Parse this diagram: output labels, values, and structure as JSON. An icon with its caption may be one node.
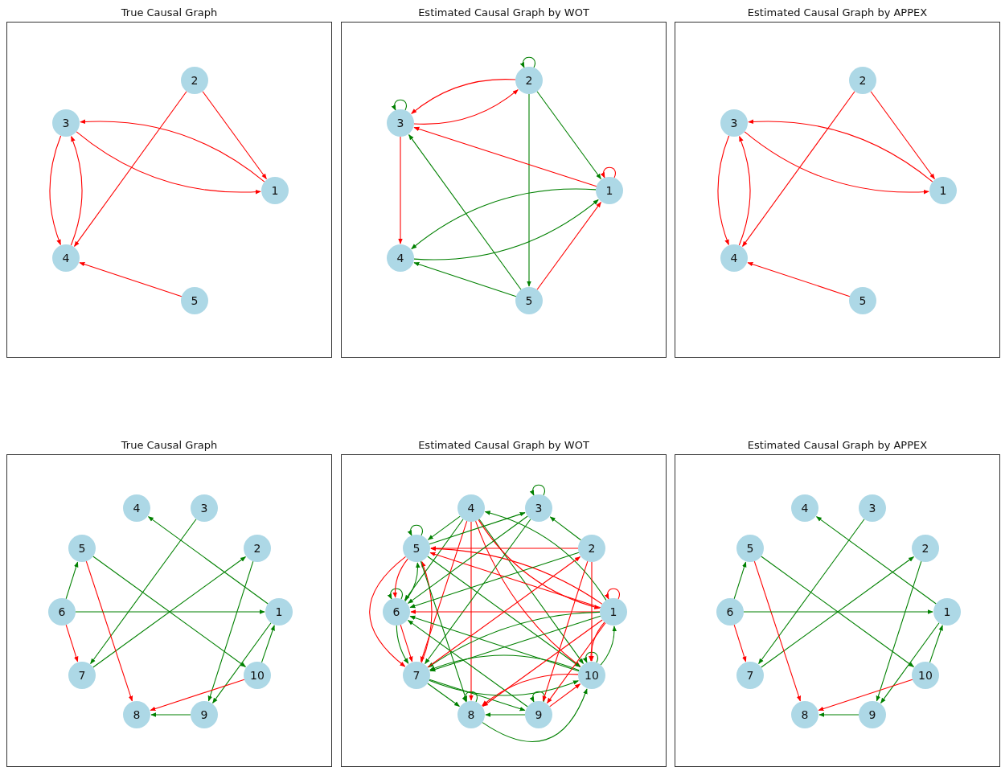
{
  "diagram": {
    "nodes": [
      {
        "text": [
          "True Causal Graph"
        ]
      },
      {
        "text": [
          "1"
        ],
        "in": 0
      },
      {
        "text": [
          "2"
        ],
        "in": 0
      },
      {
        "text": [
          "3"
        ],
        "in": 0
      },
      {
        "text": [
          "4"
        ],
        "in": 0
      },
      {
        "text": [
          "5"
        ],
        "in": 0
      },
      {
        "text": [
          "Estimated Causal Graph by WOT"
        ]
      },
      {
        "text": [
          "1"
        ],
        "in": 6
      },
      {
        "text": [
          "2"
        ],
        "in": 6
      },
      {
        "text": [
          "3"
        ],
        "in": 6
      },
      {
        "text": [
          "4"
        ],
        "in": 6
      },
      {
        "text": [
          "5"
        ],
        "in": 6
      },
      {
        "text": [
          "Estimated Causal Graph by APPEX"
        ]
      },
      {
        "text": [
          "1"
        ],
        "in": 12
      },
      {
        "text": [
          "2"
        ],
        "in": 12
      },
      {
        "text": [
          "3"
        ],
        "in": 12
      },
      {
        "text": [
          "4"
        ],
        "in": 12
      },
      {
        "text": [
          "5"
        ],
        "in": 12
      },
      {
        "text": [
          "True Causal Graph"
        ]
      },
      {
        "text": [
          "1"
        ],
        "in": 18
      },
      {
        "text": [
          "2"
        ],
        "in": 18
      },
      {
        "text": [
          "3"
        ],
        "in": 18
      },
      {
        "text": [
          "4"
        ],
        "in": 18
      },
      {
        "text": [
          "5"
        ],
        "in": 18
      },
      {
        "text": [
          "6"
        ],
        "in": 18
      },
      {
        "text": [
          "7"
        ],
        "in": 18
      },
      {
        "text": [
          "8"
        ],
        "in": 18
      },
      {
        "text": [
          "9"
        ],
        "in": 18
      },
      {
        "text": [
          "10"
        ],
        "in": 18
      },
      {
        "text": [
          "Estimated Causal Graph by WOT"
        ]
      },
      {
        "text": [
          "1"
        ],
        "in": 29
      },
      {
        "text": [
          "2"
        ],
        "in": 29
      },
      {
        "text": [
          "3"
        ],
        "in": 29
      },
      {
        "text": [
          "4"
        ],
        "in": 29
      },
      {
        "text": [
          "5"
        ],
        "in": 29
      },
      {
        "text": [
          "6"
        ],
        "in": 29
      },
      {
        "text": [
          "7"
        ],
        "in": 29
      },
      {
        "text": [
          "8"
        ],
        "in": 29
      },
      {
        "text": [
          "9"
        ],
        "in": 29
      },
      {
        "text": [
          "10"
        ],
        "in": 29
      },
      {
        "text": [
          "Estimated Causal Graph by APPEX"
        ]
      },
      {
        "text": [
          "1"
        ],
        "in": 40
      },
      {
        "text": [
          "2"
        ],
        "in": 40
      },
      {
        "text": [
          "3"
        ],
        "in": 40
      },
      {
        "text": [
          "4"
        ],
        "in": 40
      },
      {
        "text": [
          "5"
        ],
        "in": 40
      },
      {
        "text": [
          "6"
        ],
        "in": 40
      },
      {
        "text": [
          "7"
        ],
        "in": 40
      },
      {
        "text": [
          "8"
        ],
        "in": 40
      },
      {
        "text": [
          "9"
        ],
        "in": 40
      },
      {
        "text": [
          "10"
        ],
        "in": 40
      }
    ],
    "edges": [
      {
        "from": 2,
        "to": 1,
        "arrow": "to",
        "color": "#ff0000"
      },
      {
        "from": 2,
        "to": 4,
        "arrow": "to",
        "color": "#ff0000"
      },
      {
        "from": 1,
        "to": 3,
        "arrow": "to",
        "color": "#ff0000"
      },
      {
        "from": 3,
        "to": 1,
        "arrow": "to",
        "color": "#ff0000"
      },
      {
        "from": 3,
        "to": 4,
        "arrow": "to",
        "color": "#ff0000"
      },
      {
        "from": 4,
        "to": 3,
        "arrow": "to",
        "color": "#ff0000"
      },
      {
        "from": 5,
        "to": 4,
        "arrow": "to",
        "color": "#ff0000"
      },
      {
        "from": 8,
        "to": 8,
        "arrow": "to"
      },
      {
        "from": 9,
        "to": 9,
        "arrow": "to"
      },
      {
        "from": 7,
        "to": 7,
        "arrow": "to",
        "color": "#ff0000"
      },
      {
        "from": 8,
        "to": 9,
        "arrow": "to",
        "color": "#ff0000"
      },
      {
        "from": 9,
        "to": 8,
        "arrow": "to",
        "color": "#ff0000"
      },
      {
        "from": 8,
        "to": 7,
        "arrow": "to"
      },
      {
        "from": 8,
        "to": 11,
        "arrow": "to"
      },
      {
        "from": 7,
        "to": 9,
        "arrow": "to",
        "color": "#ff0000"
      },
      {
        "from": 9,
        "to": 10,
        "arrow": "to",
        "color": "#ff0000"
      },
      {
        "from": 7,
        "to": 10,
        "arrow": "to"
      },
      {
        "from": 10,
        "to": 7,
        "arrow": "to"
      },
      {
        "from": 11,
        "to": 9,
        "arrow": "to"
      },
      {
        "from": 11,
        "to": 10,
        "arrow": "to"
      },
      {
        "from": 11,
        "to": 7,
        "arrow": "to",
        "color": "#ff0000"
      },
      {
        "from": 14,
        "to": 13,
        "arrow": "to",
        "color": "#ff0000"
      },
      {
        "from": 14,
        "to": 16,
        "arrow": "to",
        "color": "#ff0000"
      },
      {
        "from": 13,
        "to": 15,
        "arrow": "to",
        "color": "#ff0000"
      },
      {
        "from": 15,
        "to": 13,
        "arrow": "to",
        "color": "#ff0000"
      },
      {
        "from": 15,
        "to": 16,
        "arrow": "to",
        "color": "#ff0000"
      },
      {
        "from": 16,
        "to": 15,
        "arrow": "to",
        "color": "#ff0000"
      },
      {
        "from": 17,
        "to": 16,
        "arrow": "to",
        "color": "#ff0000"
      },
      {
        "from": 19,
        "to": 22,
        "arrow": "to"
      },
      {
        "from": 21,
        "to": 25,
        "arrow": "to"
      },
      {
        "from": 25,
        "to": 20,
        "arrow": "to"
      },
      {
        "from": 20,
        "to": 27,
        "arrow": "to"
      },
      {
        "from": 23,
        "to": 28,
        "arrow": "to"
      },
      {
        "from": 23,
        "to": 26,
        "arrow": "to",
        "color": "#ff0000"
      },
      {
        "from": 24,
        "to": 23,
        "arrow": "to"
      },
      {
        "from": 24,
        "to": 19,
        "arrow": "to"
      },
      {
        "from": 24,
        "to": 25,
        "arrow": "to",
        "color": "#ff0000"
      },
      {
        "from": 19,
        "to": 27,
        "arrow": "to"
      },
      {
        "from": 28,
        "to": 19,
        "arrow": "to"
      },
      {
        "from": 28,
        "to": 26,
        "arrow": "to",
        "color": "#ff0000"
      },
      {
        "from": 27,
        "to": 26,
        "arrow": "to"
      },
      {
        "from": 32,
        "to": 32,
        "arrow": "to"
      },
      {
        "from": 34,
        "to": 34,
        "arrow": "to"
      },
      {
        "from": 35,
        "to": 35,
        "arrow": "to"
      },
      {
        "from": 37,
        "to": 37,
        "arrow": "to"
      },
      {
        "from": 38,
        "to": 38,
        "arrow": "to"
      },
      {
        "from": 39,
        "to": 39,
        "arrow": "to"
      },
      {
        "from": 30,
        "to": 30,
        "arrow": "to",
        "color": "#ff0000"
      },
      {
        "from": 33,
        "to": 34,
        "arrow": "to"
      },
      {
        "from": 33,
        "to": 35,
        "arrow": "to"
      },
      {
        "from": 33,
        "to": 36,
        "arrow": "to",
        "color": "#ff0000"
      },
      {
        "from": 33,
        "to": 37,
        "arrow": "to",
        "color": "#ff0000"
      },
      {
        "from": 33,
        "to": 39,
        "arrow": "to"
      },
      {
        "from": 33,
        "to": 39,
        "arrow": "to",
        "color": "#ff0000"
      },
      {
        "from": 33,
        "to": 30,
        "arrow": "to",
        "color": "#ff0000"
      },
      {
        "from": 34,
        "to": 32,
        "arrow": "to"
      },
      {
        "from": 31,
        "to": 34,
        "arrow": "to",
        "color": "#ff0000"
      },
      {
        "from": 30,
        "to": 34,
        "arrow": "to",
        "color": "#ff0000"
      },
      {
        "from": 30,
        "to": 34,
        "arrow": "to",
        "color": "#ff0000"
      },
      {
        "from": 34,
        "to": 35,
        "arrow": "to",
        "color": "#ff0000"
      },
      {
        "from": 35,
        "to": 34,
        "arrow": "to"
      },
      {
        "from": 34,
        "to": 36,
        "arrow": "to",
        "color": "#ff0000"
      },
      {
        "from": 36,
        "to": 34,
        "arrow": "to",
        "color": "#ff0000"
      },
      {
        "from": 34,
        "to": 37,
        "arrow": "to"
      },
      {
        "from": 34,
        "to": 39,
        "arrow": "to"
      },
      {
        "from": 32,
        "to": 35,
        "arrow": "to"
      },
      {
        "from": 32,
        "to": 36,
        "arrow": "to"
      },
      {
        "from": 30,
        "to": 33,
        "arrow": "to"
      },
      {
        "from": 31,
        "to": 32,
        "arrow": "to"
      },
      {
        "from": 31,
        "to": 35,
        "arrow": "to"
      },
      {
        "from": 30,
        "to": 35,
        "arrow": "to",
        "color": "#ff0000"
      },
      {
        "from": 39,
        "to": 35,
        "arrow": "to"
      },
      {
        "from": 38,
        "to": 35,
        "arrow": "to"
      },
      {
        "from": 35,
        "to": 36,
        "arrow": "to",
        "color": "#ff0000"
      },
      {
        "from": 35,
        "to": 36,
        "arrow": "to"
      },
      {
        "from": 36,
        "to": 37,
        "arrow": "to"
      },
      {
        "from": 36,
        "to": 38,
        "arrow": "to"
      },
      {
        "from": 30,
        "to": 36,
        "arrow": "to"
      },
      {
        "from": 30,
        "to": 36,
        "arrow": "to"
      },
      {
        "from": 39,
        "to": 36,
        "arrow": "to"
      },
      {
        "from": 36,
        "to": 31,
        "arrow": "to",
        "color": "#ff0000"
      },
      {
        "from": 30,
        "to": 37,
        "arrow": "to",
        "color": "#ff0000"
      },
      {
        "from": 39,
        "to": 37,
        "arrow": "to",
        "color": "#ff0000"
      },
      {
        "from": 38,
        "to": 37,
        "arrow": "to"
      },
      {
        "from": 31,
        "to": 38,
        "arrow": "to",
        "color": "#ff0000"
      },
      {
        "from": 30,
        "to": 38,
        "arrow": "to",
        "color": "#ff0000"
      },
      {
        "from": 38,
        "to": 39,
        "arrow": "to",
        "color": "#ff0000"
      },
      {
        "from": 36,
        "to": 39,
        "arrow": "to"
      },
      {
        "from": 31,
        "to": 39,
        "arrow": "to",
        "color": "#ff0000"
      },
      {
        "from": 30,
        "to": 39,
        "arrow": "to",
        "color": "#ff0000"
      },
      {
        "from": 39,
        "to": 30,
        "arrow": "to"
      },
      {
        "from": 37,
        "to": 39,
        "arrow": "to"
      },
      {
        "from": 41,
        "to": 44,
        "arrow": "to"
      },
      {
        "from": 43,
        "to": 47,
        "arrow": "to"
      },
      {
        "from": 47,
        "to": 42,
        "arrow": "to"
      },
      {
        "from": 42,
        "to": 49,
        "arrow": "to"
      },
      {
        "from": 45,
        "to": 50,
        "arrow": "to"
      },
      {
        "from": 45,
        "to": 48,
        "arrow": "to",
        "color": "#ff0000"
      },
      {
        "from": 46,
        "to": 45,
        "arrow": "to"
      },
      {
        "from": 46,
        "to": 41,
        "arrow": "to"
      },
      {
        "from": 46,
        "to": 47,
        "arrow": "to",
        "color": "#ff0000"
      },
      {
        "from": 41,
        "to": 49,
        "arrow": "to"
      },
      {
        "from": 50,
        "to": 41,
        "arrow": "to"
      },
      {
        "from": 50,
        "to": 48,
        "arrow": "to",
        "color": "#ff0000"
      },
      {
        "from": 49,
        "to": 48,
        "arrow": "to"
      }
    ]
  }
}
